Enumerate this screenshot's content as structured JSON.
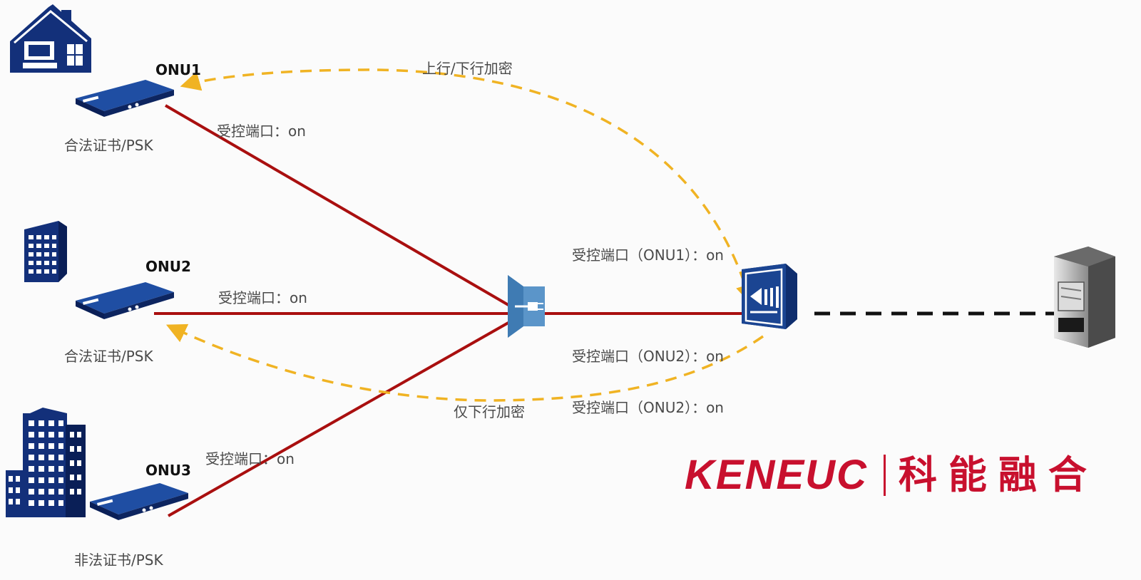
{
  "onus": [
    {
      "name": "ONU1",
      "credential": "合法证书/PSK",
      "port": "受控端口：on"
    },
    {
      "name": "ONU2",
      "credential": "合法证书/PSK",
      "port": "受控端口：on"
    },
    {
      "name": "ONU3",
      "credential": "非法证书/PSK",
      "port": "受控端口：on"
    }
  ],
  "encryption": {
    "up_down": "上行/下行加密",
    "down_only": "仅下行加密"
  },
  "olt_ports": [
    "受控端口（ONU1）：on",
    "受控端口（ONU2）：on",
    "受控端口（ONU2）：on"
  ],
  "brand": {
    "en": "KENEUC",
    "cn": "科能融合"
  },
  "colors": {
    "fiber": "#a90f0f",
    "encryption_arrow": "#f0b323",
    "device_blue": "#0f2e6e",
    "splitter_blue": "#5b95c9",
    "brand_red": "#c8102e"
  },
  "icons": {
    "home": "house-with-computer-icon",
    "office": "office-building-icon",
    "campus": "high-rise-buildings-icon",
    "onu": "onu-device-icon",
    "splitter": "optical-splitter-icon",
    "olt": "olt-device-icon",
    "server": "server-rack-icon"
  }
}
